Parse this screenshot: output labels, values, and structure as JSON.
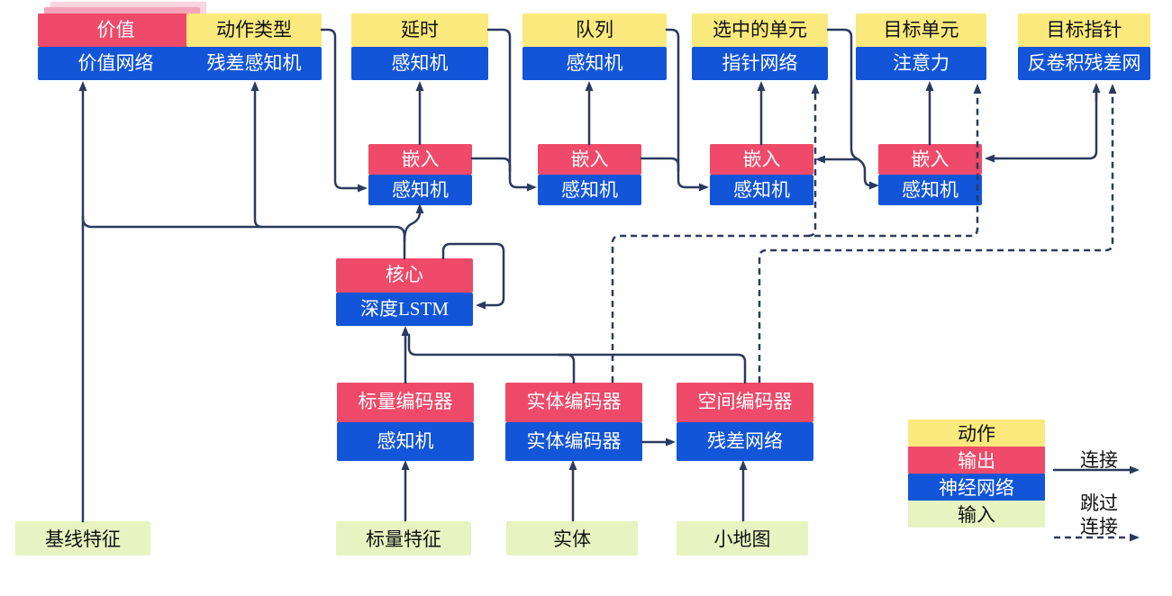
{
  "diagram_title": "AlphaStar-style agent architecture (Chinese)",
  "colors": {
    "action_yellow": "#fae97c",
    "output_red": "#ef4a69",
    "network_blue": "#1355d8",
    "input_green": "#e8f3c1",
    "connector_navy": "#2b3a5e",
    "ghost_pink": "#f6a3ba",
    "ghost_blue": "#a9bbf0"
  },
  "nodes": [
    {
      "id": "value",
      "top": "价值",
      "bottom": "价值网络",
      "top_type": "output"
    },
    {
      "id": "action-type",
      "top": "动作类型",
      "bottom": "残差感知机",
      "top_type": "action"
    },
    {
      "id": "delay",
      "top": "延时",
      "bottom": "感知机",
      "top_type": "action"
    },
    {
      "id": "queue",
      "top": "队列",
      "bottom": "感知机",
      "top_type": "action"
    },
    {
      "id": "selected-units",
      "top": "选中的单元",
      "bottom": "指针网络",
      "top_type": "action"
    },
    {
      "id": "target-unit",
      "top": "目标单元",
      "bottom": "注意力",
      "top_type": "action"
    },
    {
      "id": "target-point",
      "top": "目标指针",
      "bottom": "反卷积残差网",
      "top_type": "action"
    },
    {
      "id": "embed-1",
      "top": "嵌入",
      "bottom": "感知机",
      "top_type": "output"
    },
    {
      "id": "embed-2",
      "top": "嵌入",
      "bottom": "感知机",
      "top_type": "output"
    },
    {
      "id": "embed-3",
      "top": "嵌入",
      "bottom": "感知机",
      "top_type": "output"
    },
    {
      "id": "embed-4",
      "top": "嵌入",
      "bottom": "感知机",
      "top_type": "output"
    },
    {
      "id": "core",
      "top": "核心",
      "bottom": "深度LSTM",
      "top_type": "output"
    },
    {
      "id": "scalar-encoder",
      "top": "标量编码器",
      "bottom": "感知机",
      "top_type": "output"
    },
    {
      "id": "entity-encoder",
      "top": "实体编码器",
      "bottom": "实体编码器",
      "top_type": "output"
    },
    {
      "id": "spatial-encoder",
      "top": "空间编码器",
      "bottom": "残差网络",
      "top_type": "output"
    }
  ],
  "inputs": [
    {
      "id": "baseline-features",
      "label": "基线特征"
    },
    {
      "id": "scalar-features",
      "label": "标量特征"
    },
    {
      "id": "entities",
      "label": "实体"
    },
    {
      "id": "minimap",
      "label": "小地图"
    }
  ],
  "legend": {
    "swatches": [
      {
        "label": "动作",
        "color_type": "action"
      },
      {
        "label": "输出",
        "color_type": "output"
      },
      {
        "label": "神经网络",
        "color_type": "network"
      },
      {
        "label": "输入",
        "color_type": "input"
      }
    ],
    "solid_arrow_label": "连接",
    "skip_arrow_label_line1": "跳过",
    "skip_arrow_label_line2": "连接"
  }
}
